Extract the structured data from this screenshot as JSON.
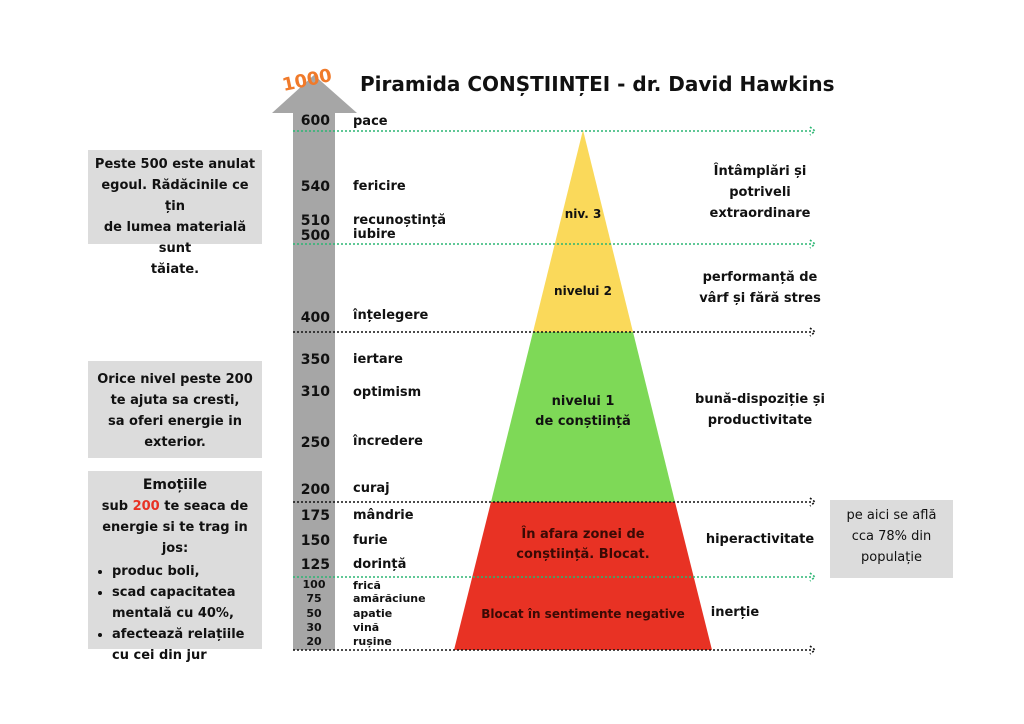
{
  "title": "Piramida CONȘTIINȚEI - dr. David Hawkins",
  "arrow_top": "1000",
  "levels": [
    {
      "value": "600",
      "label": "pace"
    },
    {
      "value": "540",
      "label": "fericire"
    },
    {
      "value": "510",
      "label": "recunoștință"
    },
    {
      "value": "500",
      "label": "iubire"
    },
    {
      "value": "400",
      "label": "înțelegere"
    },
    {
      "value": "350",
      "label": "iertare"
    },
    {
      "value": "310",
      "label": "optimism"
    },
    {
      "value": "250",
      "label": "încredere"
    },
    {
      "value": "200",
      "label": "curaj"
    },
    {
      "value": "175",
      "label": "mândrie"
    },
    {
      "value": "150",
      "label": "furie"
    },
    {
      "value": "125",
      "label": "dorință"
    },
    {
      "value": "100",
      "label": "frică"
    },
    {
      "value": "75",
      "label": "amărăciune"
    },
    {
      "value": "50",
      "label": "apatie"
    },
    {
      "value": "30",
      "label": "vină"
    },
    {
      "value": "20",
      "label": "rușine"
    }
  ],
  "pyramid": {
    "niv3": "niv. 3",
    "niv2": "nivelui 2",
    "niv1_a": "nivelui 1",
    "niv1_b": "de conștiință",
    "red1_a": "În afara zonei de",
    "red1_b": "conștiință. Blocat.",
    "red2": "Blocat în sentimente negative"
  },
  "right": {
    "r1": [
      "Întâmplări și",
      "potriveli",
      "extraordinare"
    ],
    "r2": [
      "performanță de",
      "vârf și fără stres"
    ],
    "r3": [
      "bună-dispoziție și",
      "productivitate"
    ],
    "r4": "hiperactivitate",
    "r5": "inerție"
  },
  "left": {
    "box1": [
      "Peste 500 este anulat",
      "egoul. Rădăcinile ce țin",
      "de lumea materială sunt",
      "tăiate."
    ],
    "box2": [
      "Orice nivel peste 200",
      "te ajuta sa cresti,",
      "sa oferi energie in",
      "exterior."
    ],
    "box3": {
      "heading": "Emoțiile",
      "pre": "sub ",
      "num": "200",
      "post": " te seaca de",
      "line3": "energie si te trag in jos:",
      "bullets": [
        "produc boli,",
        "scad capacitatea mentală cu 40%,",
        "afectează relațiile cu cei din jur"
      ]
    }
  },
  "note": [
    "pe aici se află",
    "cca 78% din",
    "populație"
  ],
  "colors": {
    "yellow": "#fad95a",
    "green": "#7ed957",
    "red": "#e83224",
    "gray": "#a6a6a6",
    "orange": "#f07a2a",
    "box": "#dcdcdc"
  }
}
